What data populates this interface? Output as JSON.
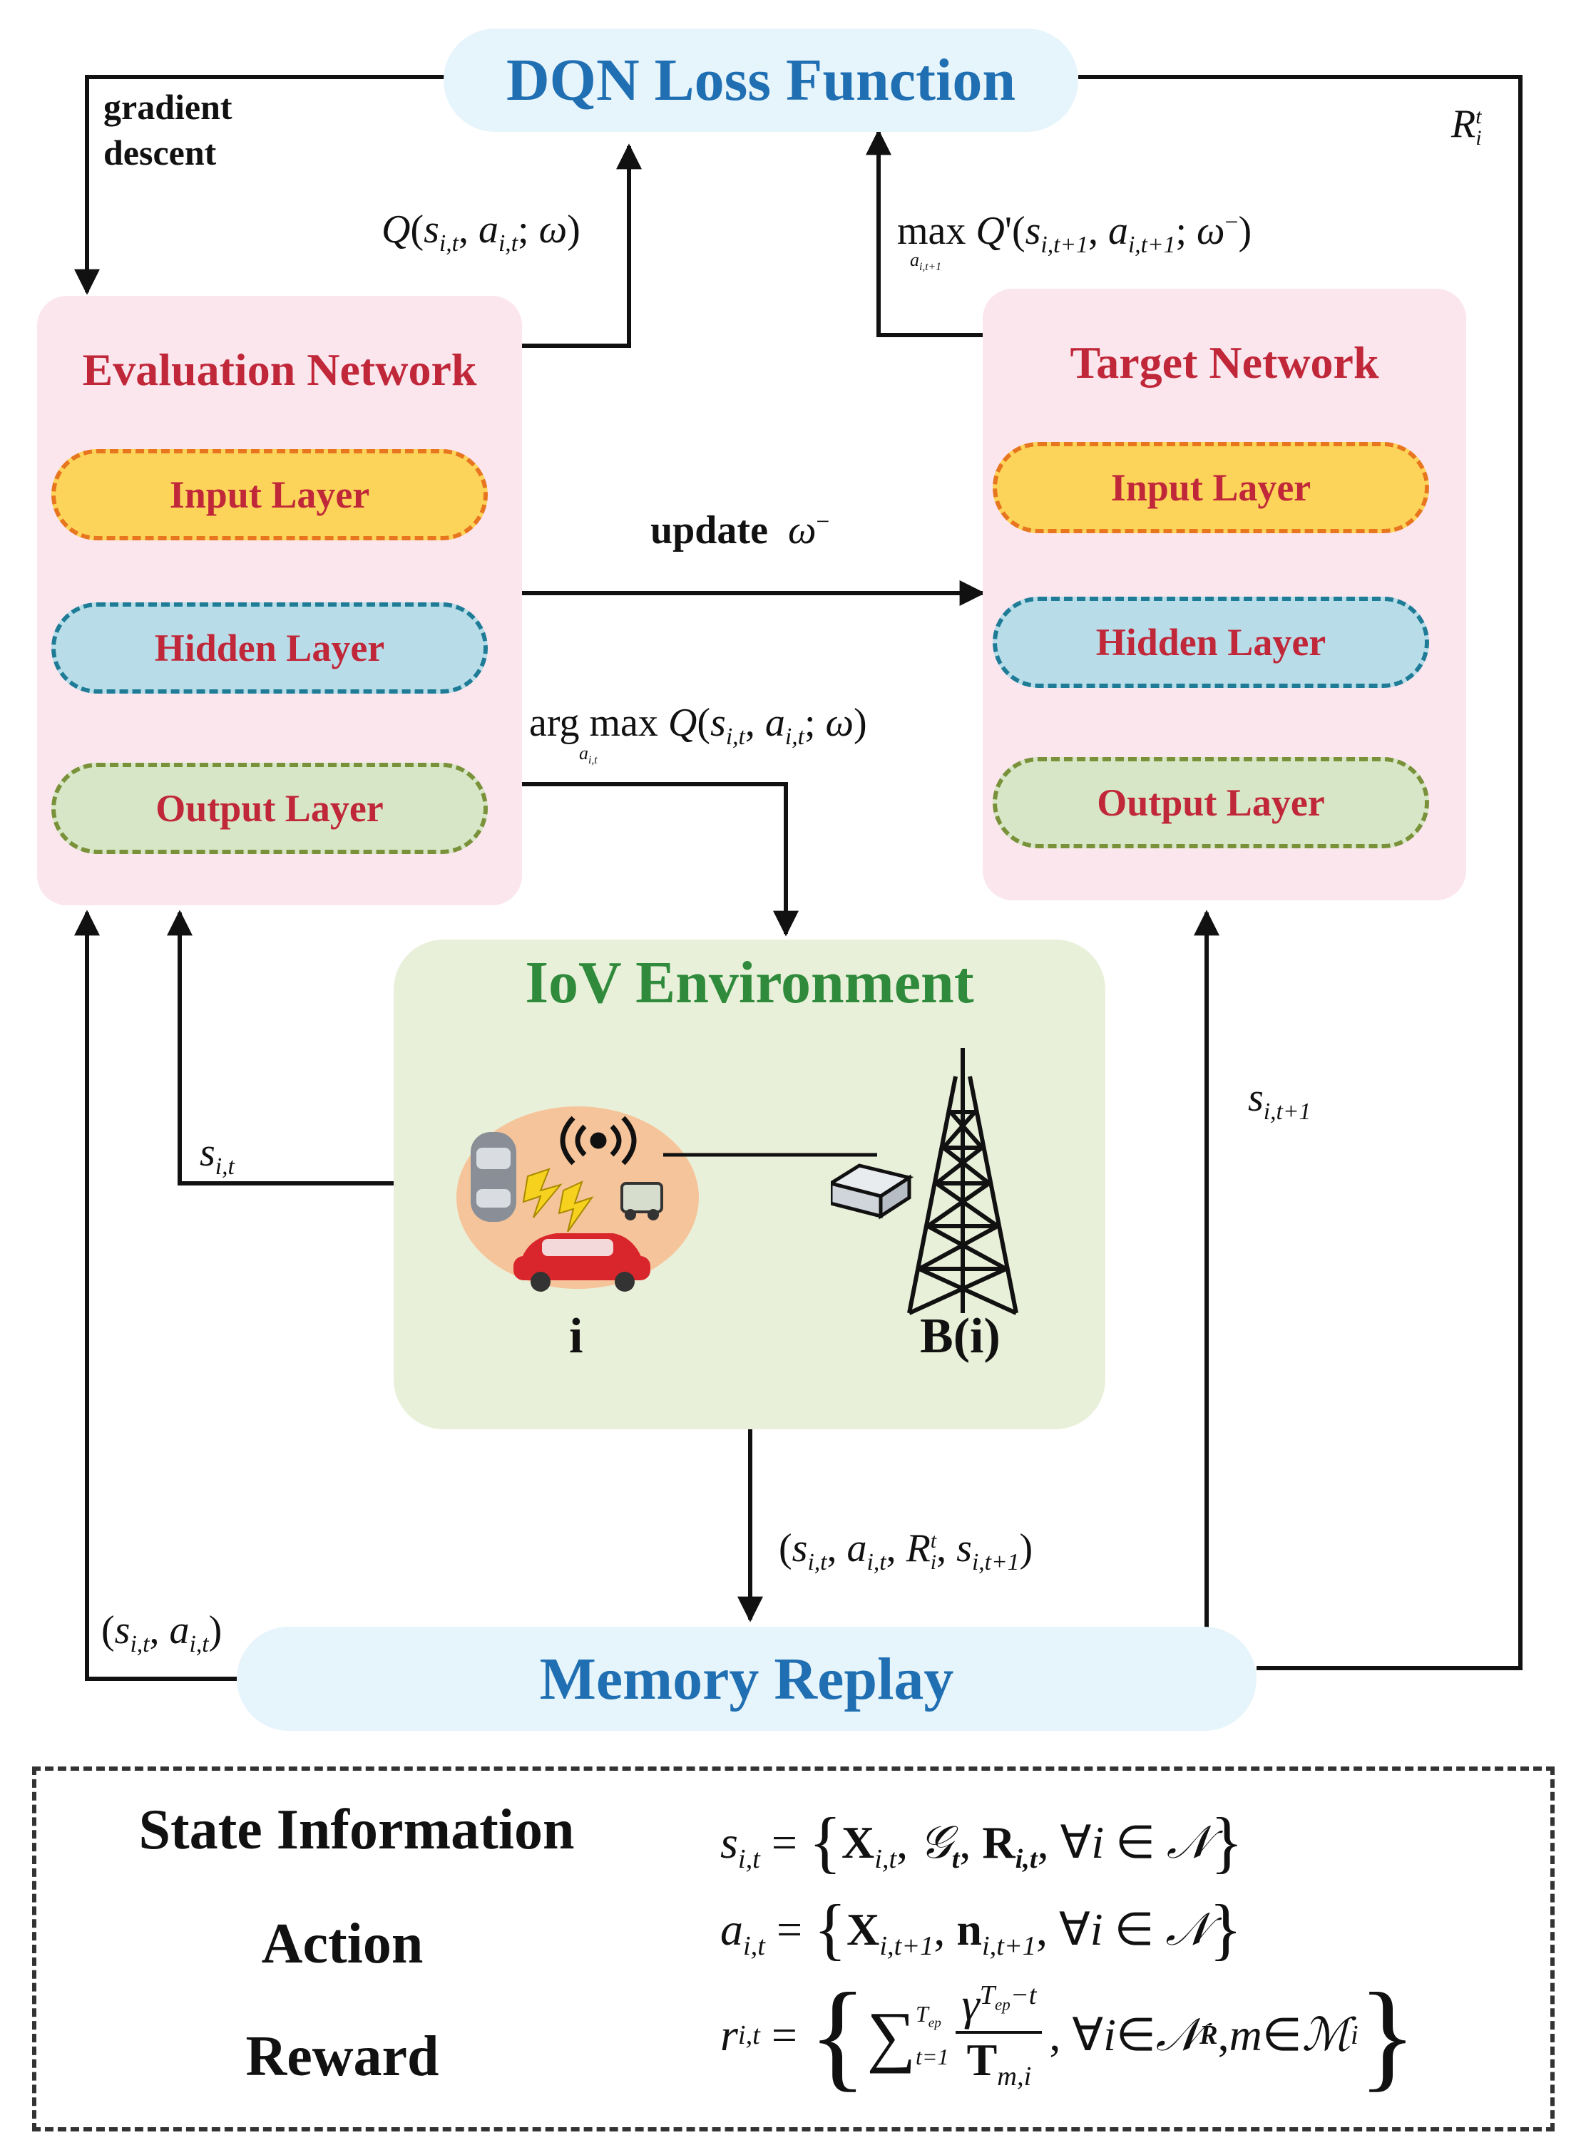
{
  "diagram": {
    "loss": {
      "title": "DQN Loss Function"
    },
    "eval_net": {
      "title": "Evaluation Network",
      "layers": [
        "Input Layer",
        "Hidden Layer",
        "Output Layer"
      ]
    },
    "target_net": {
      "title": "Target Network",
      "layers": [
        "Input Layer",
        "Hidden Layer",
        "Output Layer"
      ]
    },
    "env": {
      "title": "IoV Environment",
      "vehicle_label": "i",
      "bs_label": "B(i)"
    },
    "memory": {
      "title": "Memory Replay"
    },
    "edges": {
      "gradient": "gradient descent",
      "q_eval": "Q(s_{i,t}, a_{i,t}; ω)",
      "q_target": "max_{a_{i,t+1}} Q'(s_{i,t+1}, a_{i,t+1}; ω⁻)",
      "reward": "R_i^t",
      "update": "update ω⁻",
      "argmax": "arg max_{a_{i,t}} Q(s_{i,t}, a_{i,t}; ω)",
      "state_to_eval": "s_{i,t}",
      "state_next": "s_{i,t+1}",
      "transition": "(s_{i,t}, a_{i,t}, R_i^t, s_{i,t+1})",
      "sample": "(s_{i,t}, a_{i,t})"
    },
    "legend": [
      {
        "key": "State Information",
        "value": "s_{i,t} = {X_{i,t}, G_t, R_{i,t}, ∀i ∈ N}"
      },
      {
        "key": "Action",
        "value": "a_{i,t} = {X_{i,t+1}, n_{i,t+1}, ∀i ∈ N}"
      },
      {
        "key": "Reward",
        "value": "r_{i,t} = {Σ_{t=1}^{T_ep} γ^{T_ep − t} / T_{m,i}, ∀i ∈ N_R, m ∈ M_i}"
      }
    ],
    "colors": {
      "blue_title": "#1f6fb2",
      "red_title": "#c0283a",
      "green_title": "#2f8a3b",
      "panel_pink": "#fbe6ee",
      "pill_blue": "#e6f4fb",
      "env_green": "#e9f0d9"
    }
  }
}
